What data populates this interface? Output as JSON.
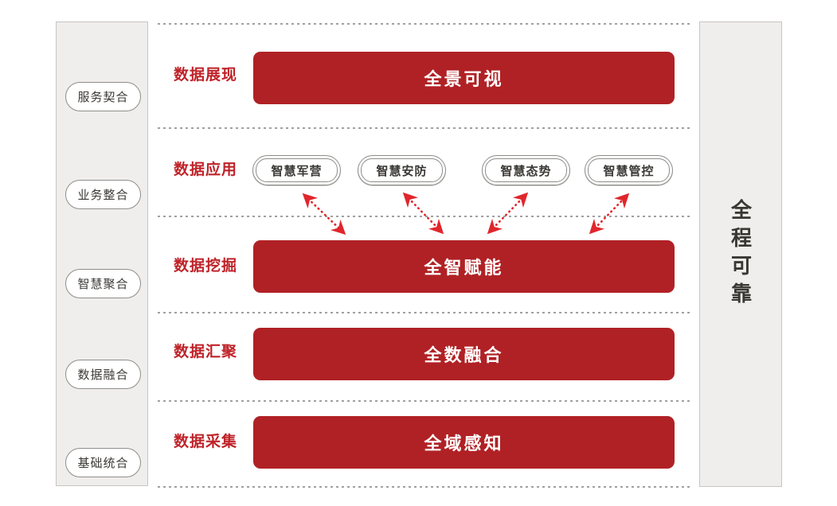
{
  "colors": {
    "bar-red": "#b02125",
    "label-red": "#bf2329",
    "arrow-red": "#e0262c",
    "panel-bg": "#efeeec",
    "panel-border": "#c7c5c2",
    "pill-border": "#8f8d8a",
    "pill-text": "#3a3835",
    "separator-gray": "#a0a0a0",
    "bar-text": "#ffffff"
  },
  "left_panel": {
    "items": [
      "服务契合",
      "业务整合",
      "智慧聚合",
      "数据融合",
      "基础统合"
    ]
  },
  "right_panel": {
    "label": "全程可靠"
  },
  "rows": [
    {
      "label": "数据展现",
      "bar": "全景可视"
    },
    {
      "label": "数据应用",
      "pills": [
        "智慧军营",
        "智慧安防",
        "智慧态势",
        "智慧管控"
      ]
    },
    {
      "label": "数据挖掘",
      "bar": "全智赋能"
    },
    {
      "label": "数据汇聚",
      "bar": "全数融合"
    },
    {
      "label": "数据采集",
      "bar": "全域感知"
    }
  ]
}
